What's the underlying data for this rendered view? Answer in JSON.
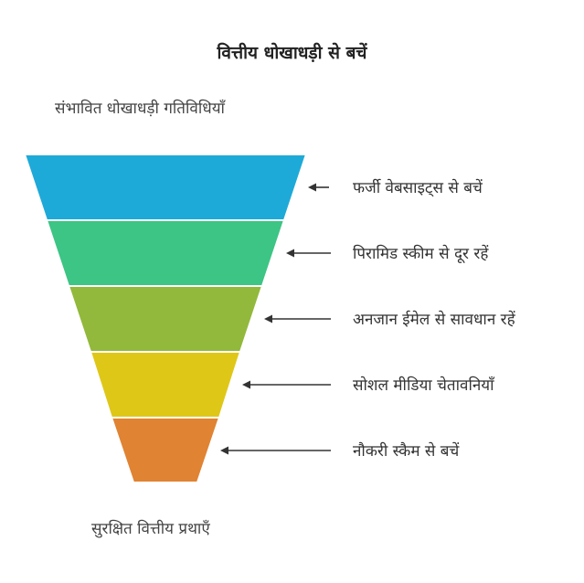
{
  "title": "वित्तीय धोखाधड़ी से बचें",
  "top_label": "संभावित धोखाधड़ी गतिविधियाँ",
  "bottom_label": "सुरक्षित वित्तीय प्रथाएँ",
  "layers": [
    {
      "label": "फर्जी वेबसाइट्स से बचें",
      "color": "#1eaad8"
    },
    {
      "label": "पिरामिड स्कीम से दूर रहें",
      "color": "#3cc584"
    },
    {
      "label": "अनजान ईमेल से सावधान रहें",
      "color": "#92b93b"
    },
    {
      "label": "सोशल मीडिया चेतावनियाँ",
      "color": "#dfc718"
    },
    {
      "label": "नौकरी स्कैम से बचें",
      "color": "#e08332"
    }
  ],
  "colors": {
    "arrow": "#333333",
    "separator": "#ffffff"
  }
}
